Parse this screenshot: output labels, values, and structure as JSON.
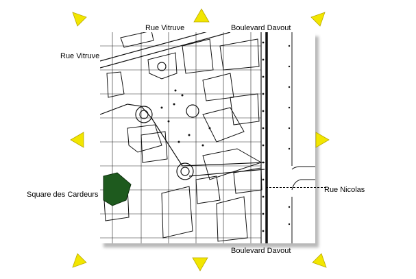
{
  "labels": {
    "rue_vitruve_top": "Rue Vitruve",
    "rue_vitruve_left": "Rue Vitruve",
    "boulevard_davout_top": "Boulevard Davout",
    "boulevard_davout_bottom": "Boulevard Davout",
    "square_des_cardeurs": "Square des Cardeurs",
    "rue_nicolas": "Rue Nicolas"
  },
  "navigation": [
    {
      "direction": "north-west",
      "icon": "arrow-up-left-icon"
    },
    {
      "direction": "north",
      "icon": "arrow-up-icon"
    },
    {
      "direction": "north-east",
      "icon": "arrow-up-right-icon"
    },
    {
      "direction": "west",
      "icon": "arrow-left-icon"
    },
    {
      "direction": "east",
      "icon": "arrow-right-icon"
    },
    {
      "direction": "south-west",
      "icon": "arrow-down-left-icon"
    },
    {
      "direction": "south",
      "icon": "arrow-down-icon"
    },
    {
      "direction": "south-east",
      "icon": "arrow-down-right-icon"
    }
  ],
  "colors": {
    "arrow": "#f2e600",
    "park": "#1e5a1e",
    "ink": "#111111"
  }
}
